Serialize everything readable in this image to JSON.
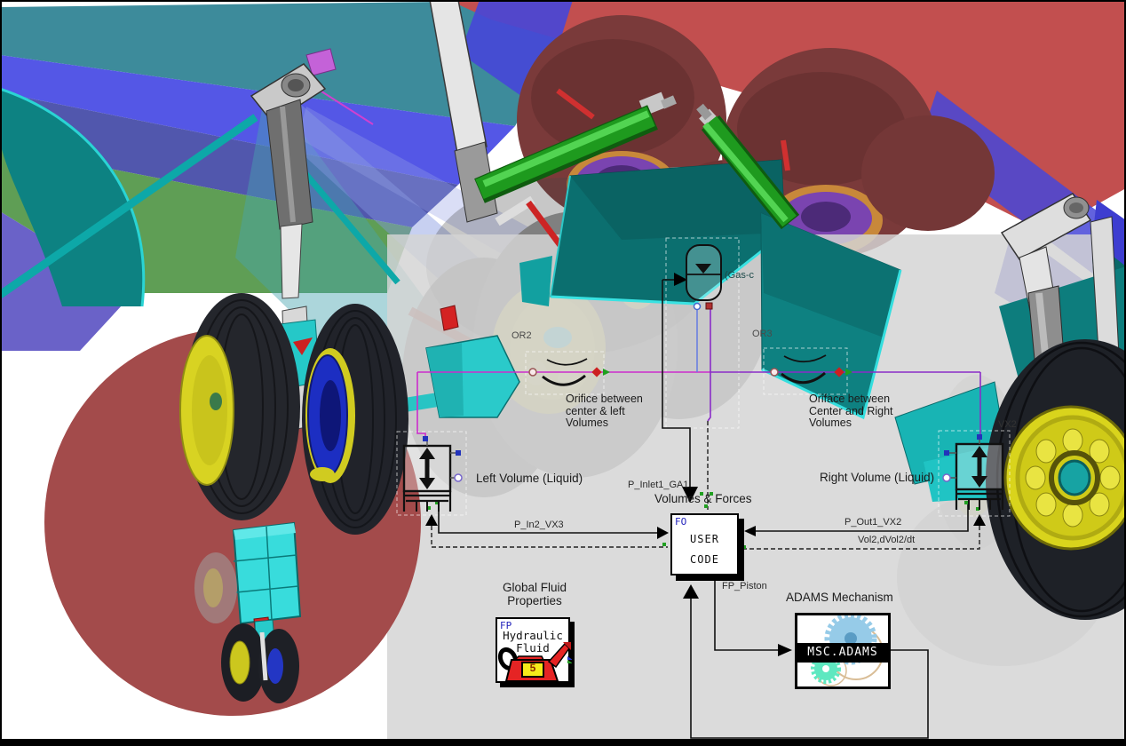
{
  "colors": {
    "panel_gray": "#d4d4d4",
    "line_magenta": "#cc2ccc",
    "line_purple": "#8a2cc8",
    "line_blue": "#6a7fe0",
    "type_label_blue": "#2222bb",
    "tick_green": "#22a022",
    "node_red": "#cc2020",
    "banner_bg": "#000000",
    "banner_text": "#ffffff"
  },
  "schematic": {
    "accumulator": {
      "partial_label": "(Gas-c"
    },
    "orifice_left": {
      "id": "OR2",
      "caption_lines": [
        "Orifice between",
        "center & left",
        "Volumes"
      ]
    },
    "orifice_right": {
      "id": "OR3",
      "caption_lines": [
        "Oriface between",
        "Center and Right",
        "Volumes"
      ]
    },
    "left_volume": {
      "label": "Left Volume (Liquid)"
    },
    "right_volume": {
      "label": "Right Volume (Liquid)",
      "id": "VX2"
    },
    "user_code": {
      "type_label": "FO",
      "line1": "USER",
      "line2": "CODE",
      "title": "Volumes & Forces"
    },
    "signals": {
      "inlet": "P_Inlet1_GA1",
      "in2": "P_In2_VX3",
      "out1": "P_Out1_VX2",
      "vol2": "Vol2,dVol2/dt",
      "fp_piston": "FP_Piston"
    },
    "fluid": {
      "title_line1": "Global Fluid",
      "title_line2": "Properties",
      "type_label": "FP",
      "name_line1": "Hydraulic",
      "name_line2": "Fluid",
      "can_number": "5"
    },
    "adams": {
      "title": "ADAMS Mechanism",
      "banner": "MSC.ADAMS"
    }
  }
}
